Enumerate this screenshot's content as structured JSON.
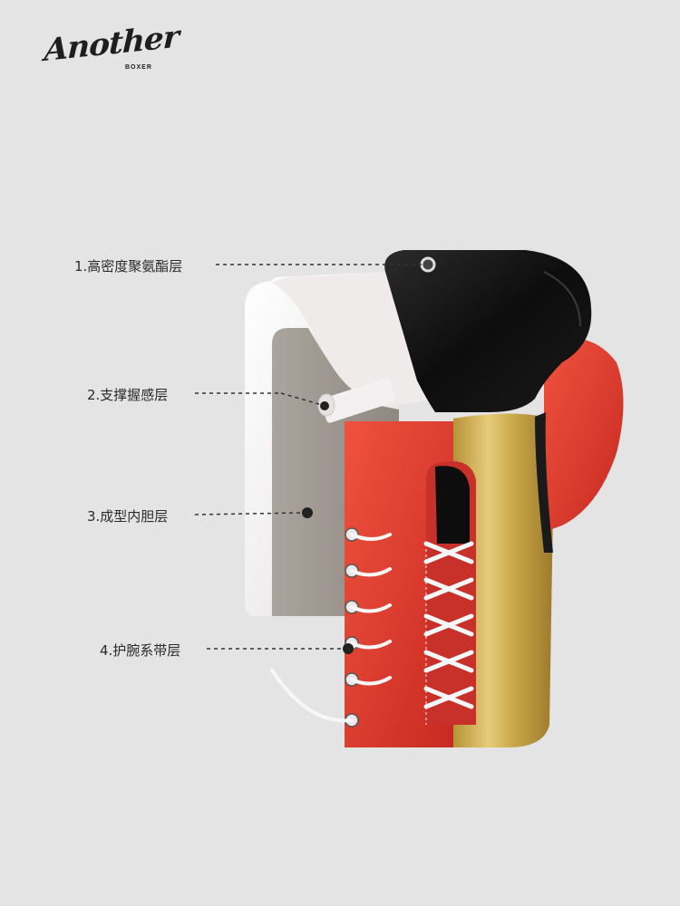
{
  "brand": {
    "logo_word": "Another",
    "logo_sub": "BOXER"
  },
  "callouts": [
    {
      "label": "1.高密度聚氨酯层"
    },
    {
      "label": "2.支撑握感层"
    },
    {
      "label": "3.成型内胆层"
    },
    {
      "label": "4.护腕系带层"
    }
  ],
  "colors": {
    "background": "#e4e4e4",
    "leather_black": "#111111",
    "leather_red": "#e63a2e",
    "leather_gold": "#c9a84a",
    "foam_white": "#f4f2f2",
    "inner_gray": "#9c968f",
    "lace_white": "#f7f7f7"
  }
}
